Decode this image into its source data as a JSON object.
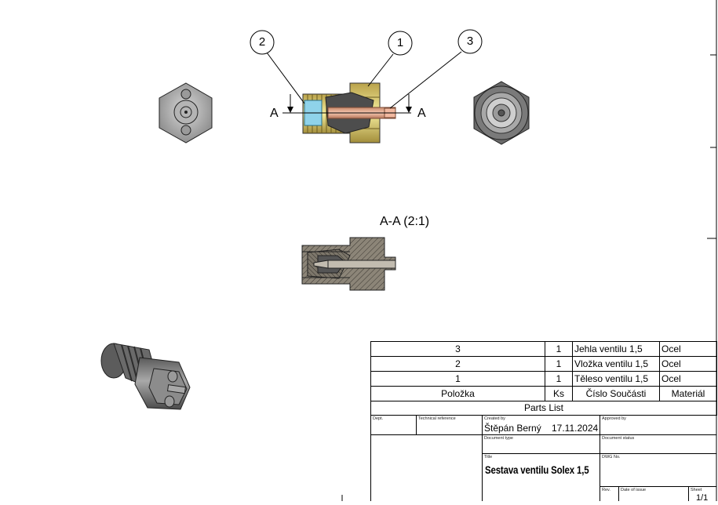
{
  "views": {
    "section_label_left": "A",
    "section_label_right": "A",
    "section_view_title": "A-A (2:1)"
  },
  "balloons": [
    "2",
    "1",
    "3"
  ],
  "parts_list": {
    "title": "Parts List",
    "headers": [
      "Položka",
      "Ks",
      "Číslo Součásti",
      "Materiál"
    ],
    "rows": [
      [
        "3",
        "1",
        "Jehla ventilu 1,5",
        "Ocel"
      ],
      [
        "2",
        "1",
        "Vložka ventilu 1,5",
        "Ocel"
      ],
      [
        "1",
        "1",
        "Těleso ventilu 1,5",
        "Ocel"
      ]
    ]
  },
  "title_block": {
    "dept_label": "Dept.",
    "tech_ref_label": "Technical reference",
    "created_by_label": "Created by",
    "created_by_value": "Štěpán Berný",
    "created_date": "17.11.2024",
    "approved_by_label": "Approved by",
    "doc_type_label": "Document type",
    "doc_status_label": "Document status",
    "title_label": "Title",
    "title_value": "Sestava ventilu Solex 1,5",
    "dwg_no_label": "DWG No.",
    "rev_label": "Rev.",
    "date_issue_label": "Date of issue",
    "sheet_label": "Sheet",
    "sheet_value": "1/1"
  }
}
